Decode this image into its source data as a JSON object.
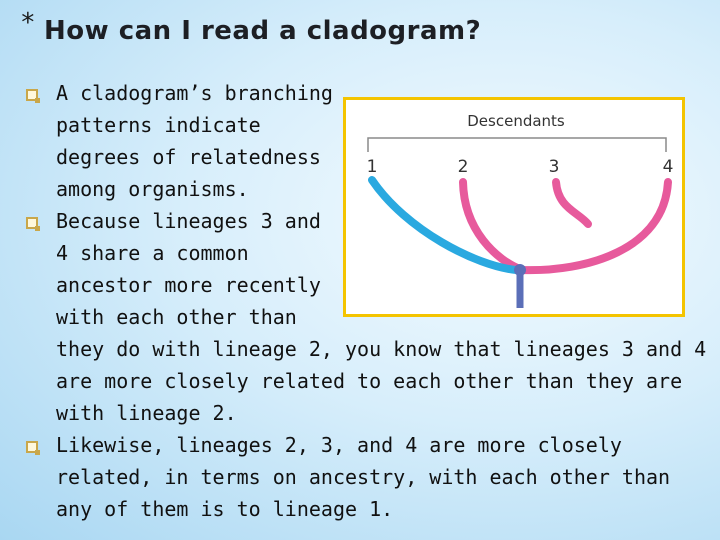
{
  "slide": {
    "star": "*",
    "title": "How can I read a cladogram?"
  },
  "bullets": [
    {
      "lines": [
        "A cladogram’s branching",
        "patterns indicate",
        "degrees of relatedness",
        "among organisms."
      ]
    },
    {
      "lines": [
        "Because lineages 3 and",
        "4 share a common",
        "ancestor more recently",
        "with each other than",
        "they do with lineage 2, you know that lineages 3 and 4",
        "are more closely related to each other than they are",
        "with lineage 2."
      ]
    },
    {
      "lines": [
        "Likewise, lineages 2, 3, and 4 are more closely",
        "related, in terms on ancestry, with each other than",
        "any of them is to lineage 1."
      ]
    }
  ],
  "cladogram": {
    "heading": "Descendants",
    "labels": [
      "1",
      "2",
      "3",
      "4"
    ],
    "colors": {
      "frame": "#f4c400",
      "lineage1": "#2aa9e0",
      "lineages234": "#e75a9c",
      "ancestor": "#5b6fb8"
    }
  }
}
